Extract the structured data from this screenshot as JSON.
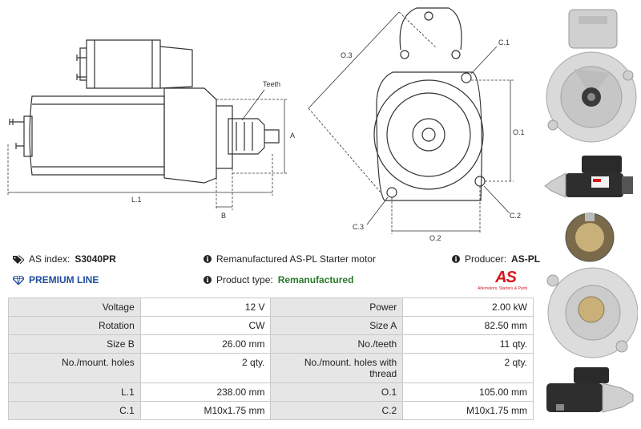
{
  "drawing": {
    "dims": {
      "teeth": "Teeth",
      "a": "A",
      "b": "B",
      "l1": "L.1",
      "o1": "O.1",
      "o2": "O.2",
      "o3": "O.3",
      "c1": "C.1",
      "c2": "C.2",
      "c3": "C.3"
    }
  },
  "header": {
    "as_index_label": "AS index:",
    "as_index_value": "S3040PR",
    "premium_line": "PREMIUM LINE",
    "description": "Remanufactured AS-PL Starter motor",
    "product_type_label": "Product type:",
    "product_type_value": "Remanufactured",
    "producer_label": "Producer:",
    "producer_value": "AS-PL"
  },
  "logo": {
    "mark": "AS",
    "tagline": "Alternators, Starters & Parts"
  },
  "specs": [
    [
      "Voltage",
      "12 V",
      "Power",
      "2.00 kW"
    ],
    [
      "Rotation",
      "CW",
      "Size A",
      "82.50 mm"
    ],
    [
      "Size B",
      "26.00 mm",
      "No./teeth",
      "11 qty."
    ],
    [
      "No./mount. holes",
      "2 qty.",
      "No./mount. holes with thread",
      "2 qty."
    ],
    [
      "L.1",
      "238.00 mm",
      "O.1",
      "105.00 mm"
    ],
    [
      "C.1",
      "M10x1.75 mm",
      "C.2",
      "M10x1.75 mm"
    ]
  ],
  "colors": {
    "premium": "#1f4e9c",
    "remanufactured": "#2a7a2a",
    "logo": "#d4161f",
    "label_bg": "#e6e6e6"
  }
}
